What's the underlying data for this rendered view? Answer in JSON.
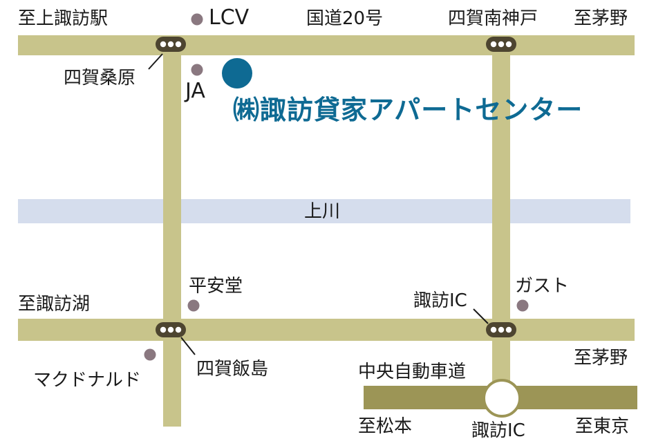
{
  "company": {
    "name": "㈱諏訪貸家アパートセンター"
  },
  "labels": {
    "to_kamisuwa_station": "至上諏訪駅",
    "lcv": "LCV",
    "route20": "国道20号",
    "shiga_minamikanbe": "四賀南神戸",
    "to_chino_top": "至茅野",
    "shiga_kuwabara": "四賀桑原",
    "ja": "JA",
    "kamikawa_river": "上川",
    "heiando": "平安堂",
    "to_suwako": "至諏訪湖",
    "suwa_ic_junction": "諏訪IC",
    "gusto": "ガスト",
    "mcdonalds": "マクドナルド",
    "shiga_iijima": "四賀飯島",
    "to_chino_bottom": "至茅野",
    "chuo_expressway": "中央自動車道",
    "to_matsumoto": "至松本",
    "suwa_ic": "諏訪IC",
    "to_tokyo": "至東京"
  },
  "colors": {
    "road": "#c8c48b",
    "expressway": "#9c9556",
    "river": "#d5dded",
    "poi": "#8a7880",
    "company_marker": "#0e6a93",
    "signal": "#4d4530"
  }
}
